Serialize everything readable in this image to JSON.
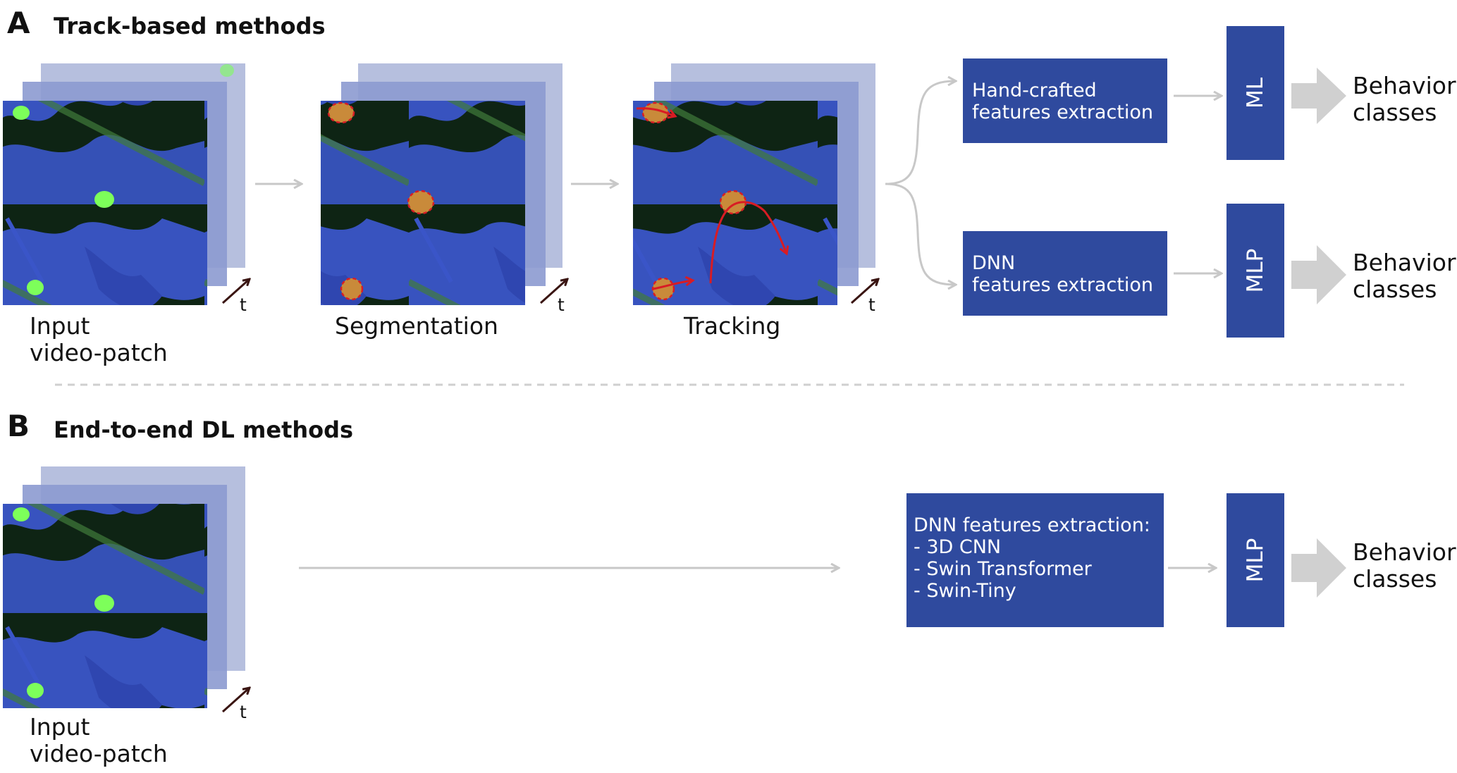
{
  "panel_a": {
    "letter": "A",
    "title": "Track-based methods",
    "stages": [
      {
        "label": "Input\nvideo-patch"
      },
      {
        "label": "Segmentation"
      },
      {
        "label": "Tracking"
      }
    ],
    "time_symbol": "t",
    "branches": [
      {
        "extractor": "Hand-crafted\nfeatures extraction",
        "classifier": "ML",
        "output": "Behavior\nclasses"
      },
      {
        "extractor": "DNN\nfeatures extraction",
        "classifier": "MLP",
        "output": "Behavior\nclasses"
      }
    ]
  },
  "panel_b": {
    "letter": "B",
    "title": "End-to-end DL methods",
    "stage_label": "Input\nvideo-patch",
    "time_symbol": "t",
    "extractor": "DNN features extraction:\n- 3D CNN\n- Swin Transformer\n- Swin-Tiny",
    "classifier": "MLP",
    "output": "Behavior\nclasses"
  },
  "colors": {
    "box_fill": "#2f4a9e",
    "arrow": "#c8c8c8",
    "frame_blue": "#3a55c8",
    "frame_dark": "#0e2414",
    "cell_green": "#7dff5a",
    "annotation_red": "#d81c24"
  }
}
